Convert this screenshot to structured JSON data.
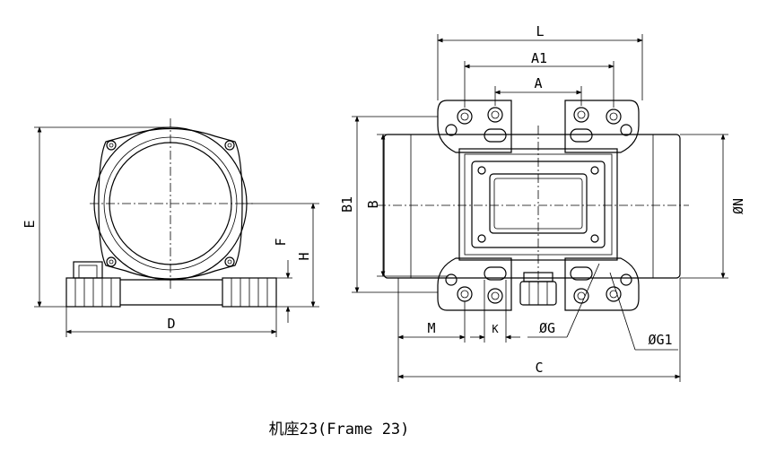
{
  "caption": "机座23(Frame 23)",
  "front_view": {
    "dimensions": {
      "E": "E",
      "D": "D",
      "F": "F",
      "H": "H"
    }
  },
  "plan_view": {
    "dimensions": {
      "L": "L",
      "A1": "A1",
      "A": "A",
      "B1": "B1",
      "B": "B",
      "N": "ØN",
      "M": "M",
      "K": "K",
      "G": "ØG",
      "G1": "ØG1",
      "C": "C"
    }
  }
}
